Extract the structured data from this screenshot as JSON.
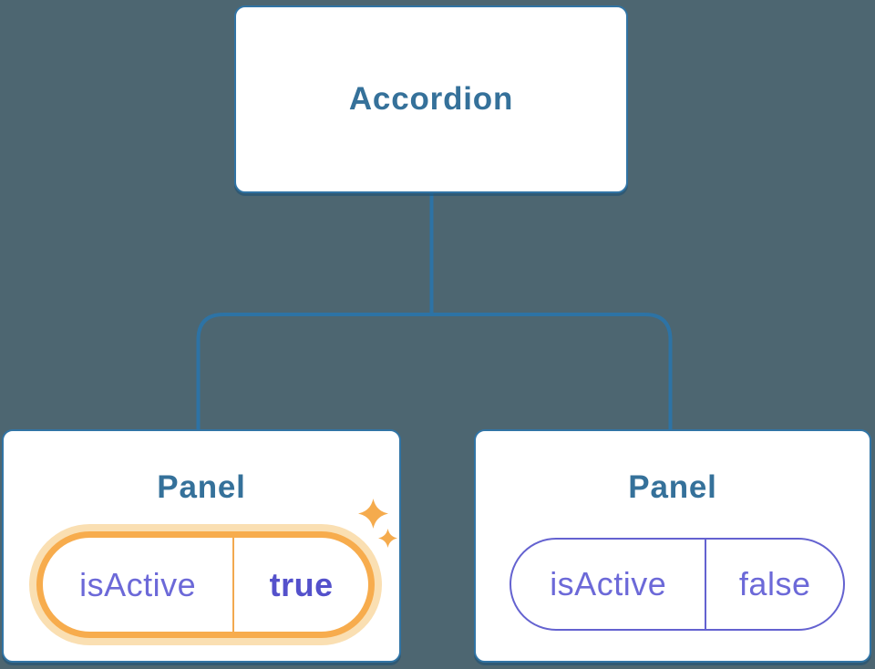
{
  "tree": {
    "root": {
      "label": "Accordion"
    },
    "children": [
      {
        "label": "Panel",
        "state": {
          "key": "isActive",
          "value": "true"
        },
        "highlighted": true,
        "icon": "sparkles-icon"
      },
      {
        "label": "Panel",
        "state": {
          "key": "isActive",
          "value": "false"
        },
        "highlighted": false
      }
    ]
  },
  "colors": {
    "background": "#4D6671",
    "connector_blue": "#2D73A5",
    "box_border_blue": "#3174A5",
    "box_fill": "#FFFFFF",
    "title_text_blue": "#35719A",
    "state_text_purple": "#6C69D8",
    "state_value_bold_purple": "#5451CB",
    "pill_border_purple": "#6462D0",
    "highlight_orange": "#F7AC4D",
    "highlight_halo_orange": "#FADFB2",
    "divider_orange": "#F2A94F",
    "sparkle_orange": "#F5AB4D"
  }
}
